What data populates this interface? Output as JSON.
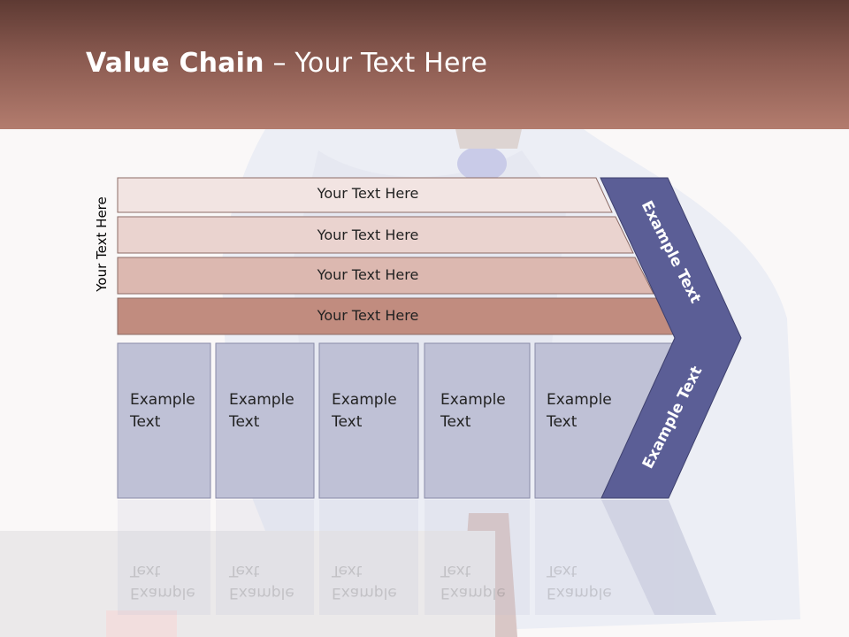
{
  "header": {
    "title_bold": "Value Chain",
    "title_rest": " – Your Text Here"
  },
  "side_label": "Your Text Here",
  "rows": [
    {
      "label": "Your Text Here",
      "color": "#f2e4e2"
    },
    {
      "label": "Your Text Here",
      "color": "#ead3cf"
    },
    {
      "label": "Your Text Here",
      "color": "#dcb8b0"
    },
    {
      "label": "Your Text Here",
      "color": "#c18c7f"
    }
  ],
  "columns": [
    {
      "line1": "Example",
      "line2": "Text"
    },
    {
      "line1": "Example",
      "line2": "Text"
    },
    {
      "line1": "Example",
      "line2": "Text"
    },
    {
      "line1": "Example",
      "line2": "Text"
    },
    {
      "line1": "Example",
      "line2": "Text"
    }
  ],
  "chevron": {
    "upper_label": "Example Text",
    "lower_label": "Example Text",
    "color": "#5b5e96"
  },
  "colors": {
    "column_fill": "#bfc1d6",
    "header_dark": "#5e3a33",
    "header_light": "#b37c6e"
  }
}
